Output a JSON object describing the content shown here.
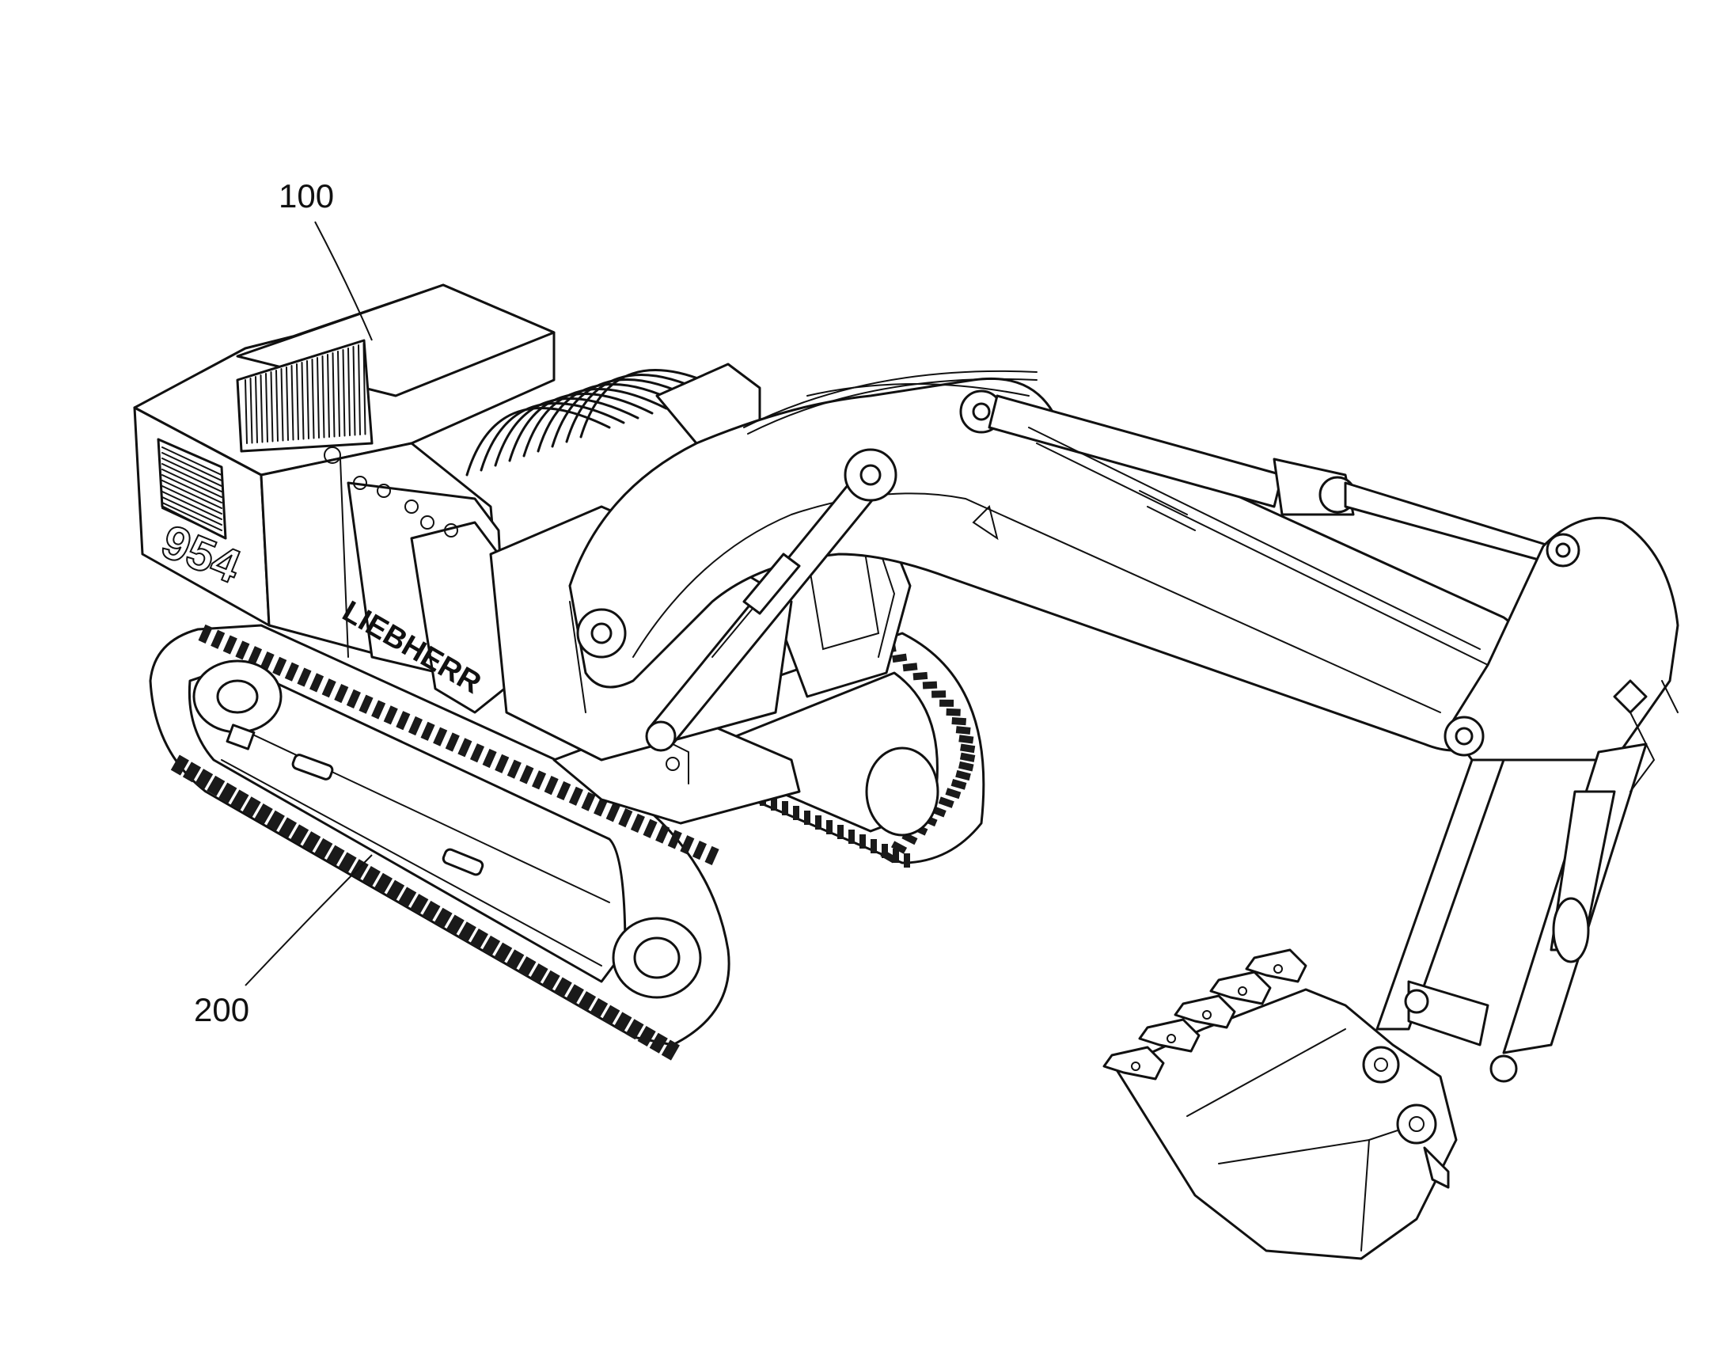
{
  "figure": {
    "reference_labels": [
      {
        "id": "ref-100",
        "text": "100",
        "refers_to": "upper-carriage"
      },
      {
        "id": "ref-200",
        "text": "200",
        "refers_to": "undercarriage"
      }
    ],
    "machine_markings": {
      "model_number": "954",
      "brand": "LIEBHERR"
    },
    "colors": {
      "line": "#111111",
      "background": "#ffffff"
    }
  }
}
